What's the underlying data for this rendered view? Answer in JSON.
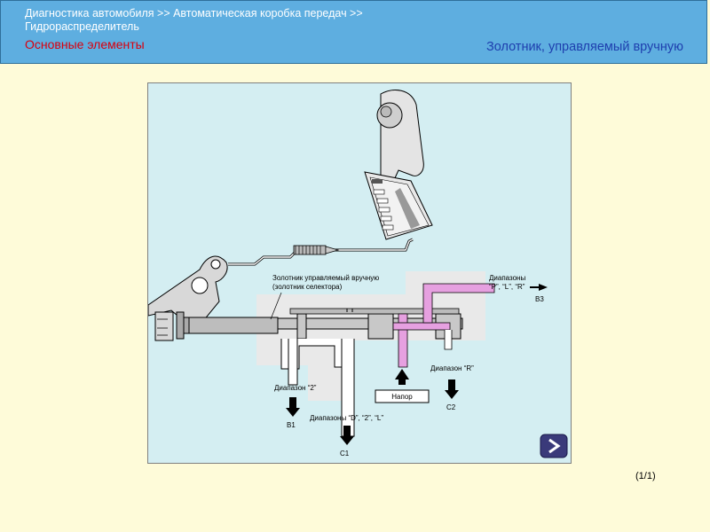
{
  "header": {
    "breadcrumb_line1": "Диагностика автомобиля >> Автоматическая коробка передач >>",
    "breadcrumb_line2": "Гидрораспределитель",
    "section_title": "Основные элементы",
    "subtitle": "Золотник, управляемый вручную"
  },
  "diagram": {
    "valve_label_line1": "Золотник управляемый вручную",
    "valve_label_line2": "(золотник селектора)",
    "range_prl_line1": "Диапазоны",
    "range_prl_line2": "“P”, “L”, “R”",
    "port_b3": "B3",
    "range_r": "Диапазон “R”",
    "port_c2": "C2",
    "range_2": "Диапазон “2”",
    "port_b1": "B1",
    "range_d2l": "Диапазоны “D”, “2”, “L”",
    "port_c1": "C1",
    "pressure": "Напор"
  },
  "footer": {
    "page": "(1/1)"
  },
  "colors": {
    "header_bg": "#5eaee0",
    "pressure_line": "#e6a0e0",
    "background": "#fefbd9"
  }
}
